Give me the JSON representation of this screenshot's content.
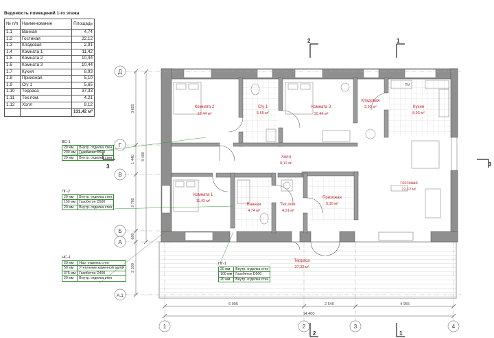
{
  "schedule": {
    "title": "Ведомость помещений 1-го этажа",
    "headers": [
      "№ п/п",
      "Наименование",
      "Площадь"
    ],
    "rows": [
      [
        "1.1",
        "Ванная",
        "4,74"
      ],
      [
        "1.2",
        "Гостиная",
        "22,12"
      ],
      [
        "1.3",
        "Кладовая",
        "2,91"
      ],
      [
        "1.4",
        "Комната 1",
        "11,42"
      ],
      [
        "1.5",
        "Комната 2",
        "10,44"
      ],
      [
        "1.6",
        "Комната 3",
        "10,44"
      ],
      [
        "1.7",
        "Кухня",
        "8,93"
      ],
      [
        "1.8",
        "Прихожая",
        "5,10"
      ],
      [
        "1.9",
        "С/у 1",
        "5,65"
      ],
      [
        "1.10",
        "Терраса",
        "37,33"
      ],
      [
        "1.11",
        "Тех.пом.",
        "4,21"
      ],
      [
        "1.12",
        "Холл",
        "8,12"
      ]
    ],
    "total": "131,42 м²"
  },
  "rooms": [
    {
      "name": "Комната 2",
      "area": "10,44 м²"
    },
    {
      "name": "С/у 1",
      "area": "5,65 м²"
    },
    {
      "name": "Комната 3",
      "area": "10,44 м²"
    },
    {
      "name": "Кладовая",
      "area": "2,91 м²"
    },
    {
      "name": "Кухня",
      "area": "8,93 м²"
    },
    {
      "name": "Холл",
      "area": "8,12 м²"
    },
    {
      "name": "Комната 1",
      "area": "11,42 м²"
    },
    {
      "name": "Ванная",
      "area": "4,74 м²"
    },
    {
      "name": "Тех.пом.",
      "area": "4,21 м²"
    },
    {
      "name": "Прихожая",
      "area": "5,10 м²"
    },
    {
      "name": "Гостиная",
      "area": "22,12 м²"
    },
    {
      "name": "Терраса",
      "area": "37,33 м²"
    }
  ],
  "wall_legends": [
    {
      "tag": "ВС-1",
      "layers": [
        [
          "20 мм",
          "Внутр. отделка стен"
        ],
        [
          "200 мм",
          "Газобетон D500"
        ],
        [
          "20 мм",
          "Внутр. отделка стен"
        ]
      ]
    },
    {
      "tag": "ПГ-2",
      "layers": [
        [
          "20 мм",
          "Внутр. отделка стен"
        ],
        [
          "150 мм",
          "Газобетон D500"
        ],
        [
          "20 мм",
          "Внутр. отделка стен"
        ]
      ]
    },
    {
      "tag": "НС-1",
      "layers": [
        [
          "20 мм",
          "Нар. отделка стен"
        ],
        [
          "50 мм",
          "Утепление каменной ватой"
        ],
        [
          "375 мм",
          "Газобетон D400"
        ],
        [
          "20 мм",
          "Внутр. отделка стен"
        ]
      ]
    },
    {
      "tag": "ПГ-1",
      "layers": [
        [
          "20 мм",
          "Внутр. отделка стен"
        ],
        [
          "100 мм",
          "Газобетон D500"
        ],
        [
          "20 мм",
          "Внутр. отделка стен"
        ]
      ]
    }
  ],
  "axes": {
    "columns": [
      "1",
      "2",
      "3",
      "4"
    ],
    "rows": [
      "Д",
      "Г",
      "В",
      "Б",
      "А",
      "А.1"
    ]
  },
  "dimensions": {
    "left_total": "8 400",
    "left_segments": [
      "3 655",
      "1 440",
      "2 705",
      "600",
      "2 500"
    ],
    "bottom_segments": [
      "6 905",
      "2 540",
      "4 955"
    ],
    "bottom_total": "14 400"
  },
  "sections": {
    "s1": "1",
    "s2": "2",
    "s3": "3"
  },
  "fixtures": {
    "pm": "ПМ"
  },
  "colors": {
    "wall": "#8a8a8a",
    "room_label": "#c0242b",
    "legend_line": "#3a9a3a"
  }
}
